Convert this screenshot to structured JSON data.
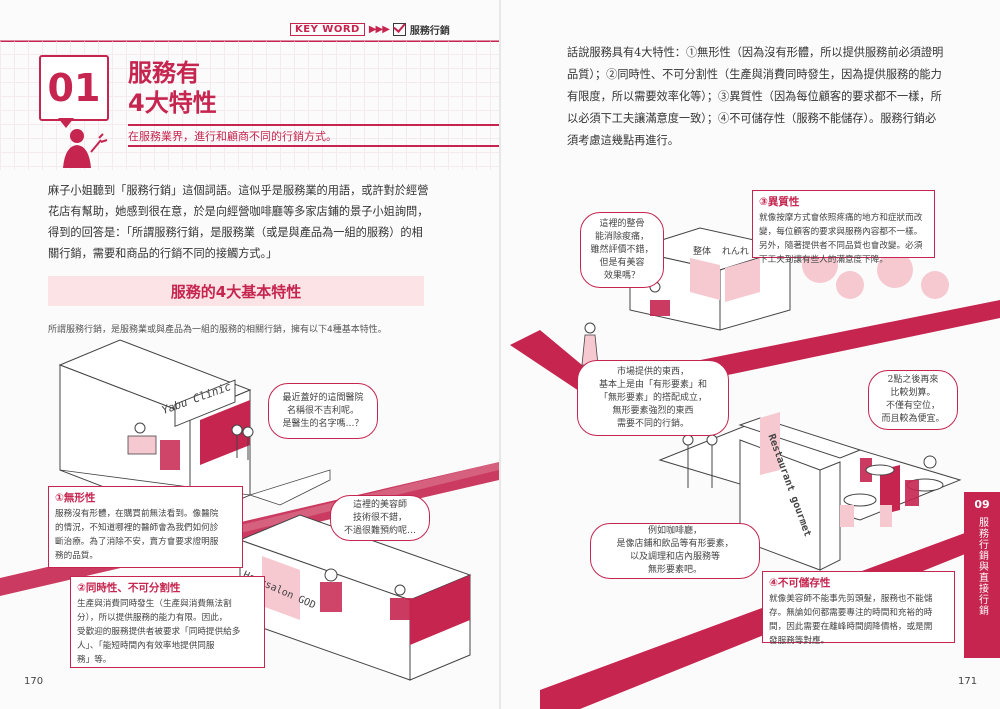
{
  "header": {
    "keyword_label": "KEY WORD",
    "arrows": "▶▶▶",
    "keyword": "服務行銷"
  },
  "left_page": {
    "chapter_number": "01",
    "title_line1": "服務有",
    "title_line2": "4大特性",
    "subtitle": "在服務業界，進行和顧商不同的行銷方式。",
    "intro_lines": [
      "麻子小姐聽到「服務行銷」這個詞語。這似乎是服務業的用語，或許對於經營",
      "花店有幫助，她感到很在意，於是向經營咖啡廳等多家店鋪的景子小姐詢問，",
      "得到的回答是：「所謂服務行銷，是服務業（或是與產品為一組的服務）的相",
      "關行銷，需要和商品的行銷不同的接觸方式。」"
    ],
    "section_title": "服務的4大基本特性",
    "section_sub": "所謂服務行銷，是服務業或與產品為一組的服務的相關行銷，擁有以下4種基本特性。",
    "clinic_sign": "Yabu Clinic",
    "salon_sign": "Hairsalon GOD",
    "bubble1": "最近蓋好的這間醫院\n名稱很不吉利呢。\n是醫生的名字嗎…？",
    "bubble2": "這裡的美容師\n技術很不錯，\n不過很難預約呢…",
    "box1_title": "①無形性",
    "box1_body": "服務沒有形體，在購買前無法看到。像醫院\n的情況，不知道哪裡的醫師會為我們如何診\n斷治療。為了消除不安，賣方會要求證明服\n務的品質。",
    "box2_title": "②同時性、不可分割性",
    "box2_body": "生產與消費同時發生（生產與消費無法割\n分），所以提供服務的能力有限。因此，\n受歡迎的服務提供者被要求「同時提供給多\n人」、「能短時間內有效率地提供同服\n務」等。",
    "page_number": "170"
  },
  "right_page": {
    "intro_lines": [
      "話說服務具有4大特性：①無形性（因為沒有形體，所以提供服務前必須證明",
      "品質）；②同時性、不可分割性（生產與消費同時發生，因為提供服務的能力",
      "有限度，所以需要效率化等）；③異質性（因為每位顧客的要求都不一樣，所",
      "以必須下工夫讓滿意度一致）；④不可儲存性（服務不能儲存）。服務行銷必",
      "須考慮這幾點再進行。"
    ],
    "massage_sign1": "整体",
    "massage_sign2": "れんれ",
    "restaurant_sign": "Restaurant gourmet",
    "bubble3": "這裡的整骨\n能消除痠痛，\n雖然評價不錯，\n但是有美容\n效果嗎？",
    "bubble4": "市場提供的東西，\n基本上是由「有形要素」和\n「無形要素」的搭配成立，\n無形要素強烈的東西\n需要不同的行銷。",
    "bubble5": "2點之後再來\n比較划算。\n不僅有空位，\n而且較為便宜。",
    "bubble6": "例如咖啡廳，\n是像店鋪和飲品等有形要素，\n以及調理和店內服務等\n無形要素吧。",
    "box3_title": "③異質性",
    "box3_body": "就像按摩方式會依照疼痛的地方和症狀而改\n變，每位顧客的要求與服務內容都不一樣。\n另外，隨著提供者不同品質也會改變。必須\n下工夫到讓有些人的滿意度下降。",
    "box4_title": "④不可儲存性",
    "box4_body": "就像美容師不能事先剪頭髮，服務也不能儲\n存。無論如何都需要專注的時間和充裕的時\n間，因此需要在離峰時間調降價格，或是開\n發服務等對應。",
    "side_tab_number": "09",
    "side_tab_text": "服務行銷與直接行銷",
    "page_number": "171"
  },
  "colors": {
    "accent": "#c5254f",
    "pink_fill": "#f6c9d1",
    "band": "#fbe3e6"
  }
}
